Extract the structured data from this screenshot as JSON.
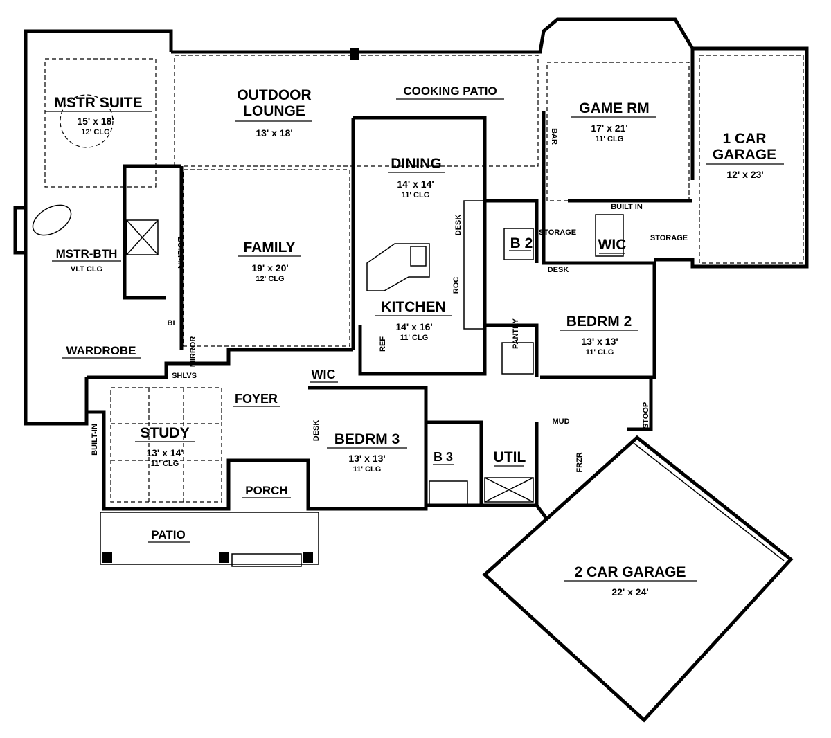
{
  "rooms": {
    "mstr_suite": {
      "name": "MSTR SUITE",
      "size": "15' x 18'",
      "ceiling": "12' CLG"
    },
    "outdoor_lounge": {
      "name_line1": "OUTDOOR",
      "name_line2": "LOUNGE",
      "size": "13' x 18'"
    },
    "cooking_patio": {
      "name": "COOKING PATIO"
    },
    "game_rm": {
      "name": "GAME RM",
      "size": "17' x 21'",
      "ceiling": "11' CLG"
    },
    "one_car_garage": {
      "name_line1": "1 CAR",
      "name_line2": "GARAGE",
      "size": "12' x 23'"
    },
    "dining": {
      "name": "DINING",
      "size": "14' x 14'",
      "ceiling": "11' CLG"
    },
    "family": {
      "name": "FAMILY",
      "size": "19' x 20'",
      "ceiling": "12' CLG"
    },
    "mstr_bth": {
      "name": "MSTR-BTH",
      "ceiling": "VLT CLG"
    },
    "kitchen": {
      "name": "KITCHEN",
      "size": "14' x 16'",
      "ceiling": "11' CLG"
    },
    "b2": {
      "name": "B 2"
    },
    "wic_upper": {
      "name": "WIC"
    },
    "storage_left": {
      "name": "STORAGE"
    },
    "storage_right": {
      "name": "STORAGE"
    },
    "bedrm2": {
      "name": "BEDRM 2",
      "size": "13' x 13'",
      "ceiling": "11' CLG"
    },
    "wardrobe": {
      "name": "WARDROBE"
    },
    "wic_lower": {
      "name": "WIC"
    },
    "foyer": {
      "name": "FOYER"
    },
    "study": {
      "name": "STUDY",
      "size": "13' x 14'",
      "ceiling": "11' CLG"
    },
    "bedrm3": {
      "name": "BEDRM 3",
      "size": "13' x 13'",
      "ceiling": "11' CLG"
    },
    "b3": {
      "name": "B 3"
    },
    "util": {
      "name": "UTIL"
    },
    "porch": {
      "name": "PORCH"
    },
    "patio": {
      "name": "PATIO"
    },
    "two_car_garage": {
      "name": "2 CAR GARAGE",
      "size": "22' x 24'"
    }
  },
  "annotations": {
    "bar": "BAR",
    "built_in_top": "BUILT IN",
    "built_in_bath": "BUILT-IN",
    "built_in_study": "BUILT-IN",
    "desk_kitchen": "DESK",
    "desk_bed2": "DESK",
    "desk_bed3": "DESK",
    "roc": "ROC",
    "ref": "REF",
    "pantry": "PANTRY",
    "mirror": "MIRROR",
    "shlvs": "SHLVS",
    "bi": "BI",
    "mud": "MUD",
    "stoop": "STOOP",
    "frzr": "FRZR"
  }
}
